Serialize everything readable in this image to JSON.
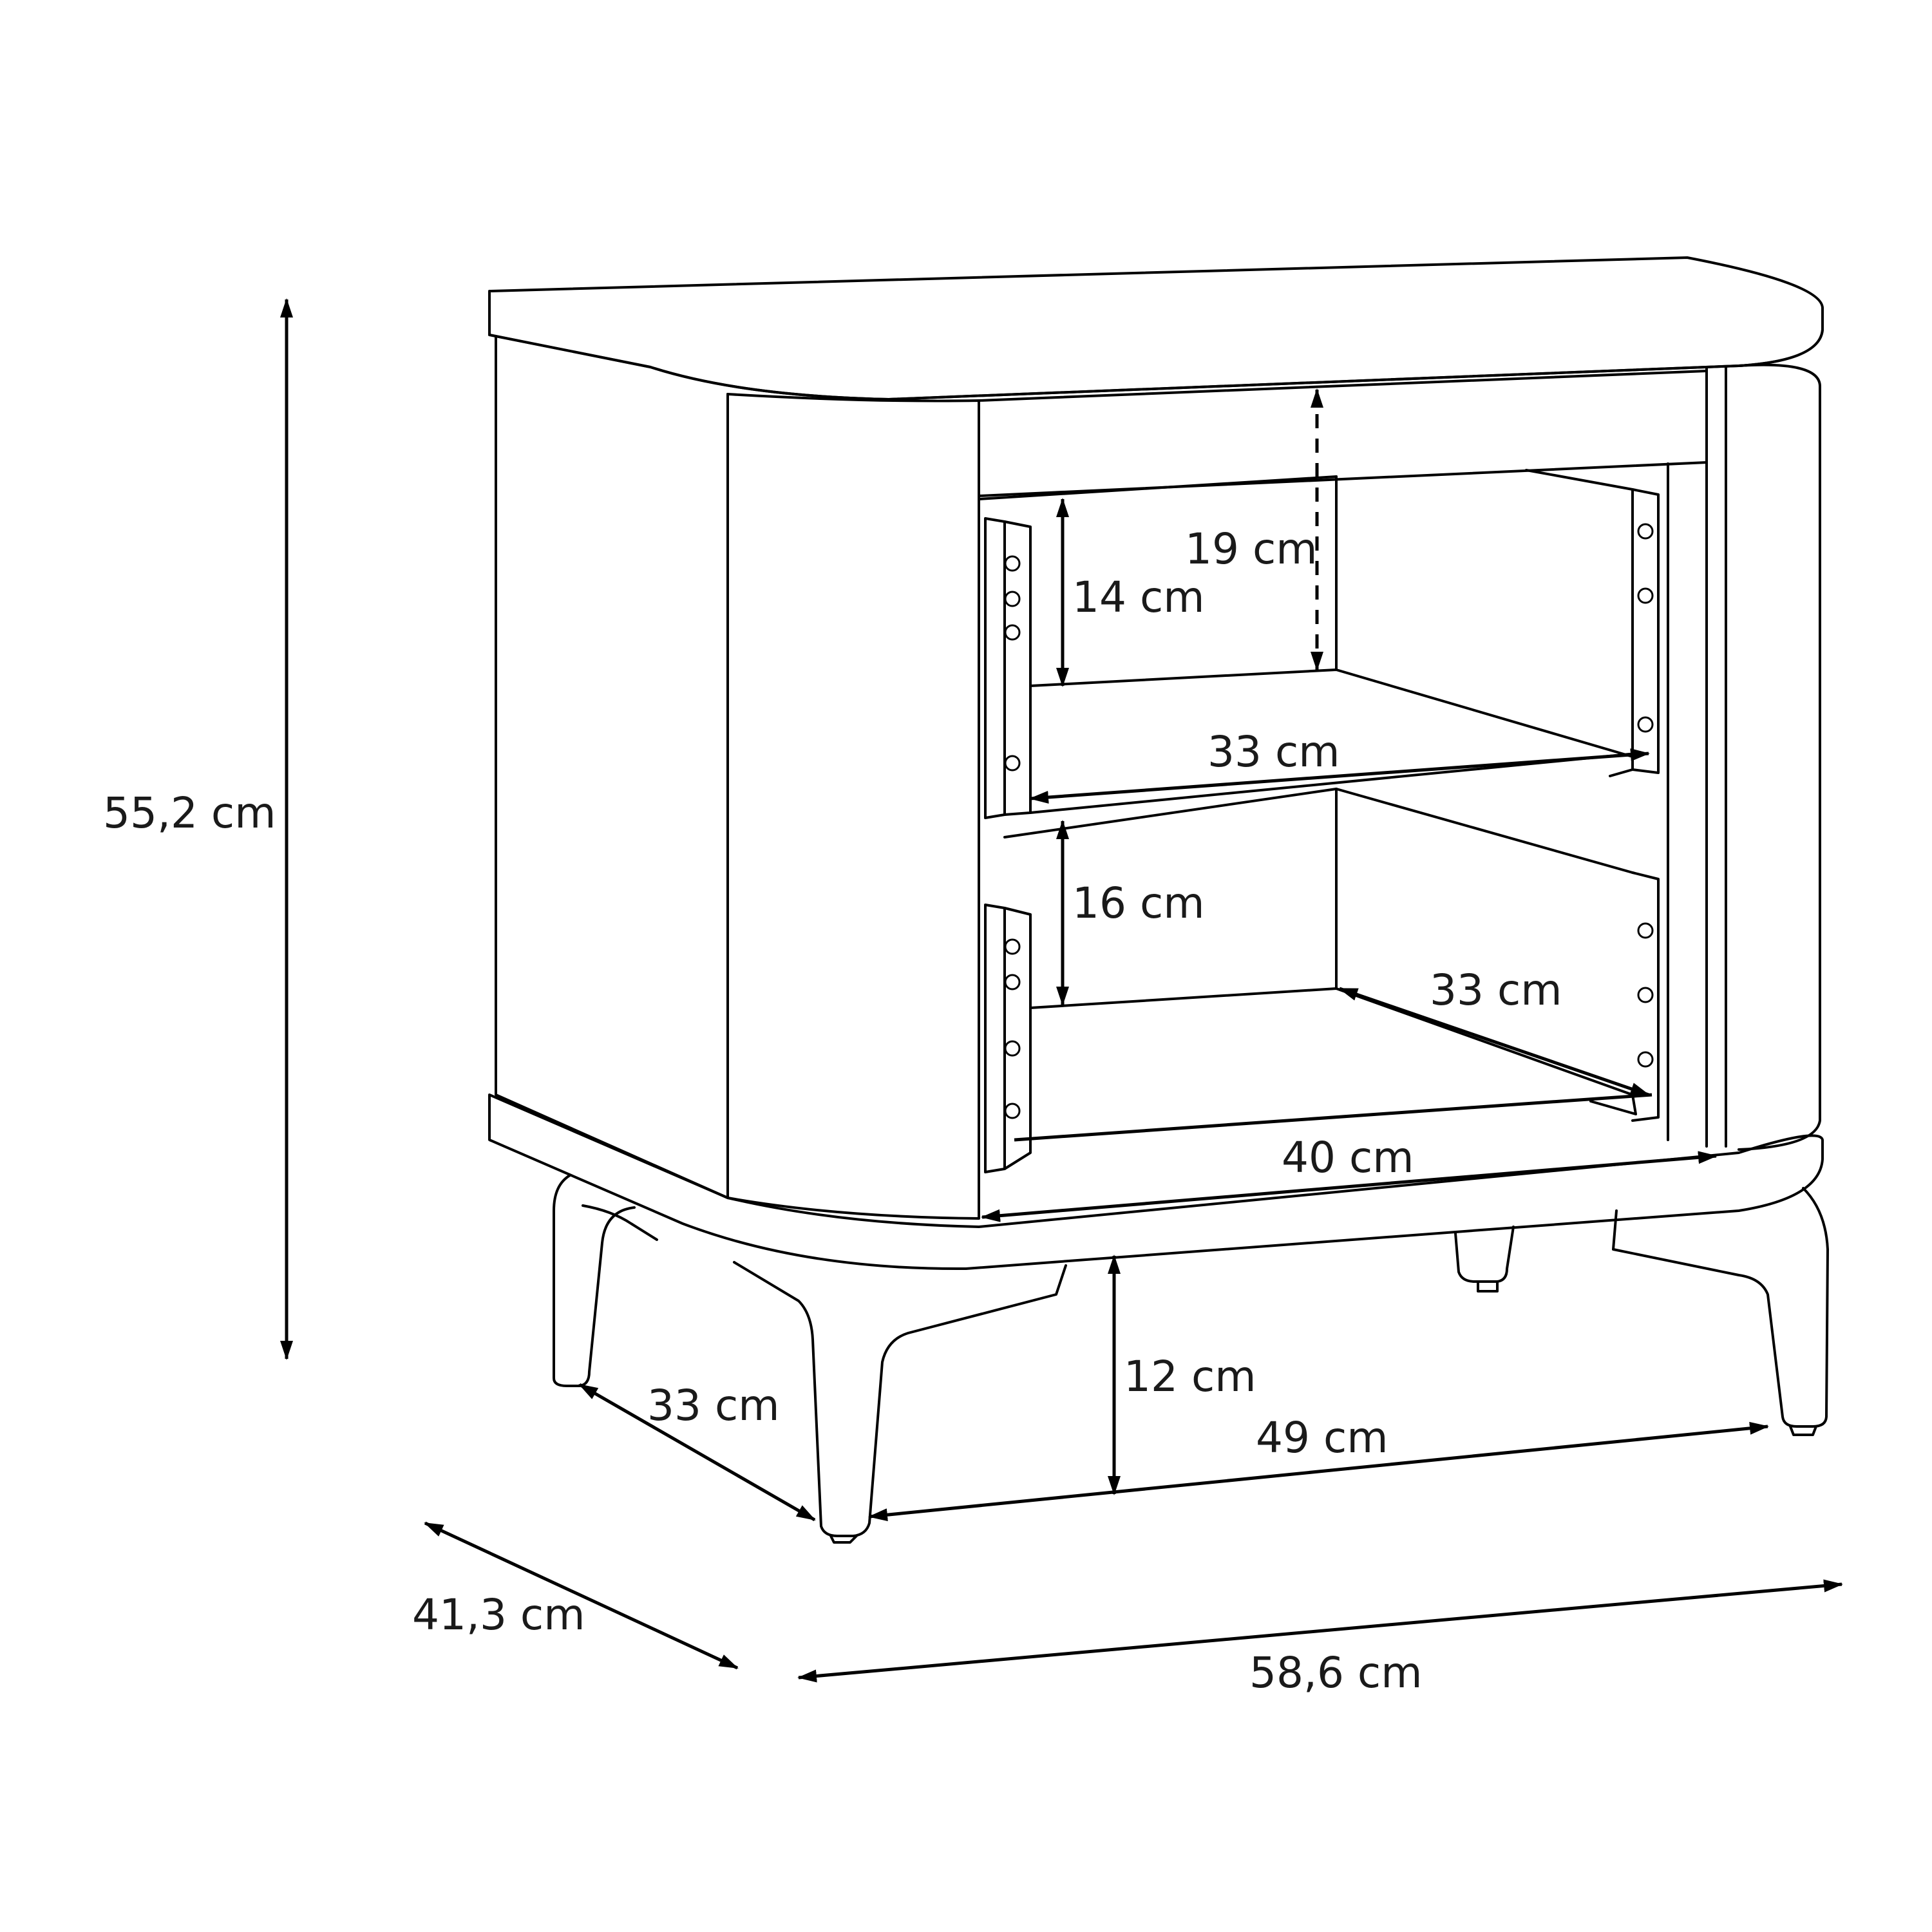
{
  "dimensions": {
    "total_height": "55,2 cm",
    "total_width": "58,6 cm",
    "total_depth": "41,3 cm",
    "inner_top_height": "19 cm",
    "drawer_top_height": "14 cm",
    "drawer_bottom_height": "16 cm",
    "drawer_top_depth": "33 cm",
    "drawer_bottom_depth": "33 cm",
    "inner_width": "40 cm",
    "leg_height": "12 cm",
    "leg_width_span": "49 cm",
    "leg_depth_span": "33 cm"
  },
  "colors": {
    "line": "#000000",
    "background": "#ffffff"
  }
}
